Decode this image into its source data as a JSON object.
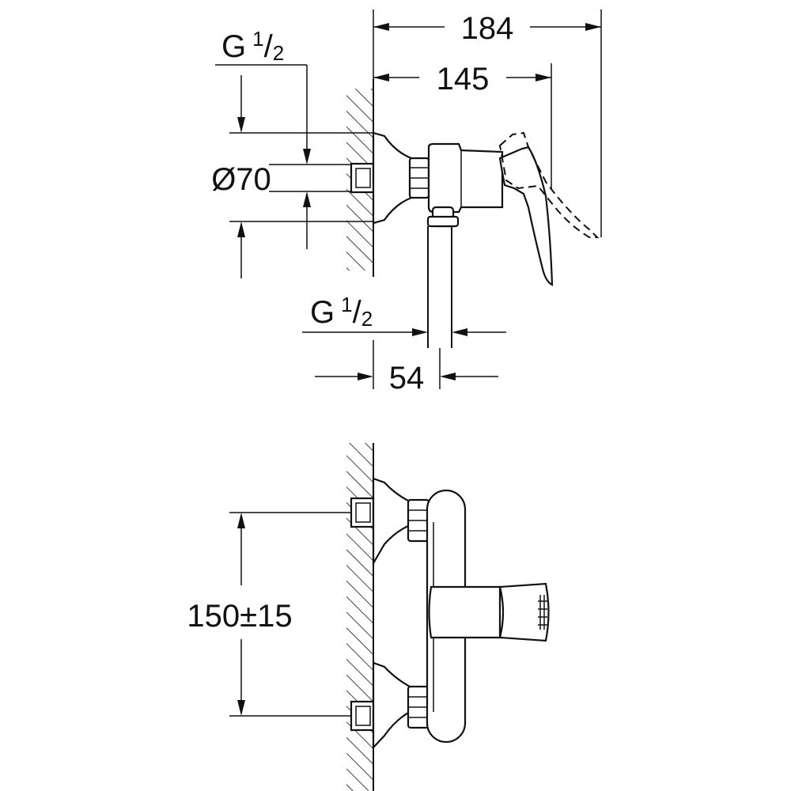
{
  "side_view": {
    "dim_total_depth": "184",
    "dim_depth_to_handle": "145",
    "dim_inlet_thread": {
      "main": "G",
      "num": "1",
      "slash": "/",
      "den": "2"
    },
    "dim_outlet_thread": {
      "main": "G",
      "num": "1",
      "slash": "/",
      "den": "2"
    },
    "dim_flange_diameter": "Ø70",
    "dim_outlet_offset": "54"
  },
  "front_view": {
    "dim_inlet_spacing": "150±15"
  },
  "colors": {
    "line": "#111111",
    "background": "#ffffff"
  }
}
